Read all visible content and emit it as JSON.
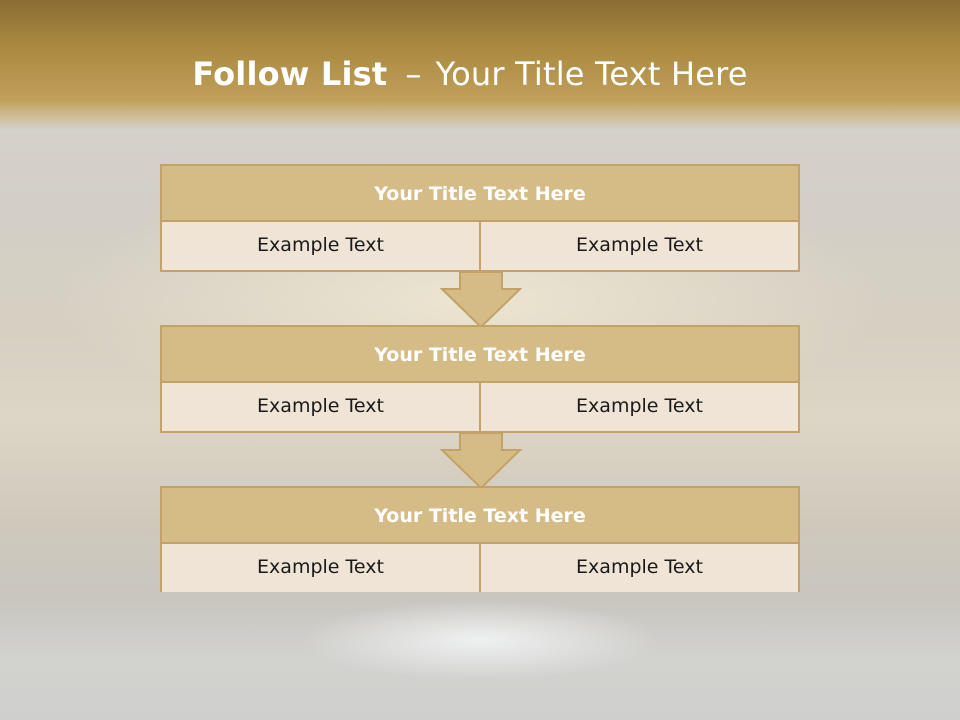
{
  "slide": {
    "title_bold": "Follow List",
    "title_separator": "–",
    "title_rest": "Your Title Text Here"
  },
  "blocks": [
    {
      "title": "Your Title Text Here",
      "left": "Example Text",
      "right": "Example Text"
    },
    {
      "title": "Your Title Text Here",
      "left": "Example Text",
      "right": "Example Text"
    },
    {
      "title": "Your Title Text Here",
      "left": "Example Text",
      "right": "Example Text"
    }
  ],
  "colors": {
    "header_top": "#8b6c34",
    "header_bottom": "#c0a05a",
    "block_title_fill": "#d5bc86",
    "block_border": "#c3a267",
    "cell_fill": "#efe4d5"
  },
  "icons": [
    "down-arrow-icon",
    "down-arrow-icon"
  ]
}
